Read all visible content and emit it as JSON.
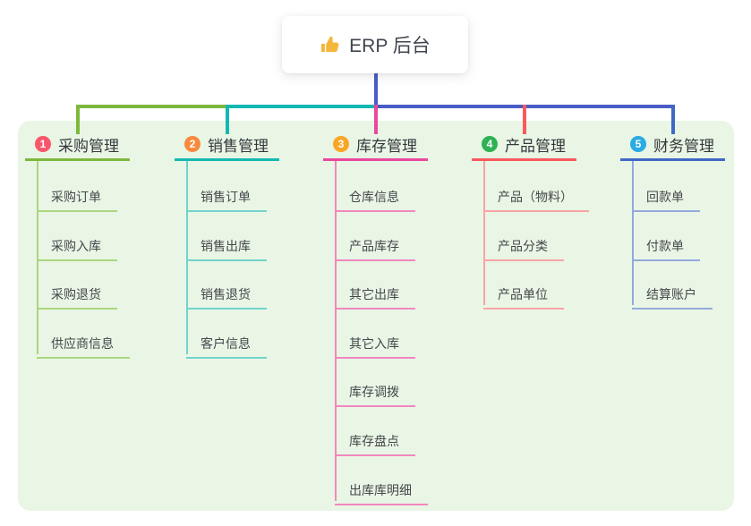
{
  "root": {
    "label": "ERP 后台",
    "icon": "thumbs-up-icon"
  },
  "colors": {
    "canvas_bg": "#ffffff",
    "panel_bg": "#e9f6e5",
    "root_connector": "#4a5cc6",
    "root_text": "#3f454e",
    "header_text": "#36383d",
    "child_text": "#45474c",
    "root_node_bg": "#ffffff",
    "thumbs_up_icon": "#f4b73c"
  },
  "branches": [
    {
      "number": "1",
      "label": "采购管理",
      "badge_color": "#f8566c",
      "line_color": "#7db83d",
      "child_line_color": "#abd67f",
      "children": [
        "采购订单",
        "采购入库",
        "采购退货",
        "供应商信息"
      ]
    },
    {
      "number": "2",
      "label": "销售管理",
      "badge_color": "#f88a3e",
      "line_color": "#14b8b1",
      "child_line_color": "#72d3cd",
      "children": [
        "销售订单",
        "销售出库",
        "销售退货",
        "客户信息"
      ]
    },
    {
      "number": "3",
      "label": "库存管理",
      "badge_color": "#f9a628",
      "line_color": "#e9489c",
      "child_line_color": "#f287c0",
      "children": [
        "仓库信息",
        "产品库存",
        "其它出库",
        "其它入库",
        "库存调拨",
        "库存盘点",
        "出库库明细"
      ]
    },
    {
      "number": "4",
      "label": "产品管理",
      "badge_color": "#2fb253",
      "line_color": "#f85a5e",
      "child_line_color": "#f9a3a6",
      "children": [
        "产品（物料）",
        "产品分类",
        "产品单位"
      ]
    },
    {
      "number": "5",
      "label": "财务管理",
      "badge_color": "#2aabe4",
      "line_color": "#3f68c5",
      "child_line_color": "#95a9dc",
      "children": [
        "回款单",
        "付款单",
        "结算账户"
      ]
    }
  ]
}
